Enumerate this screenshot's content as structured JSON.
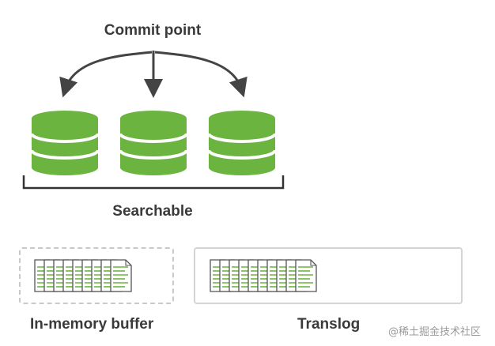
{
  "commit_point": {
    "label": "Commit point"
  },
  "searchable": {
    "label": "Searchable",
    "segment_count": 3
  },
  "in_memory_buffer": {
    "label": "In-memory buffer",
    "document_count": 9
  },
  "translog": {
    "label": "Translog",
    "document_count": 10
  },
  "watermark": {
    "text": "@稀土掘金技术社区"
  },
  "colors": {
    "segment_green": "#6ab43f",
    "segment_band": "#ffffff",
    "doc_line_green": "#6ab43f",
    "arrow": "#444444",
    "text": "#3a3a3a",
    "buffer_border": "#c9c9c9",
    "translog_border": "#d4d4d4"
  },
  "icons": {
    "segment": "database-cylinder-icon",
    "document": "document-page-icon",
    "arrow": "arrow-down-icon"
  }
}
